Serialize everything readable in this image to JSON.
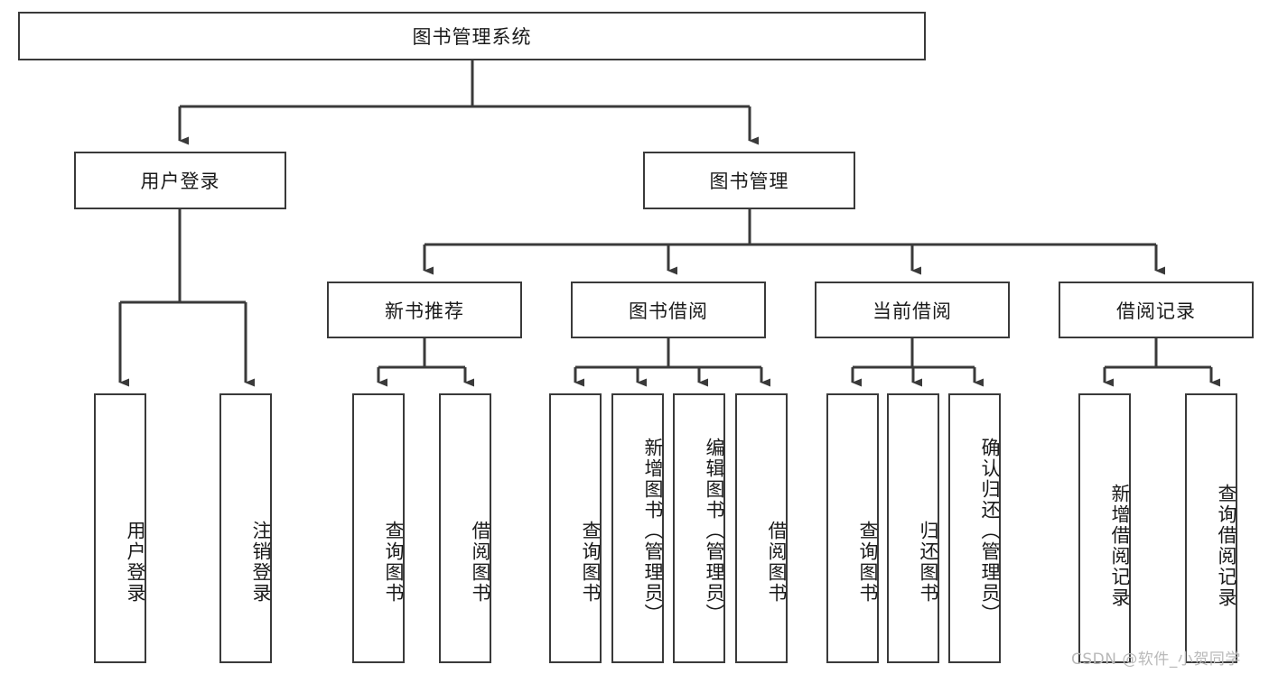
{
  "diagram": {
    "title": "图书管理系统",
    "type": "function-structure-tree",
    "watermark": "CSDN @软件_小贺同学",
    "colors": {
      "box_border": "#3a3a3a",
      "connector": "#3a3a3a",
      "background": "#ffffff",
      "text": "#1a1a1a",
      "watermark": "#b9b9b9"
    },
    "levels": {
      "root": {
        "label": "图书管理系统"
      },
      "level2": [
        {
          "id": "user-login",
          "label": "用户登录"
        },
        {
          "id": "book-manage",
          "label": "图书管理"
        }
      ],
      "level3": [
        {
          "id": "new-book-recommend",
          "label": "新书推荐",
          "parent": "book-manage"
        },
        {
          "id": "book-borrow",
          "label": "图书借阅",
          "parent": "book-manage"
        },
        {
          "id": "current-borrow",
          "label": "当前借阅",
          "parent": "book-manage"
        },
        {
          "id": "borrow-record",
          "label": "借阅记录",
          "parent": "book-manage"
        }
      ],
      "leaves": {
        "user-login": [
          {
            "id": "leaf-user-login",
            "label": "用户登录"
          },
          {
            "id": "leaf-user-logout",
            "label": "注销登录"
          }
        ],
        "new-book-recommend": [
          {
            "id": "leaf-query-book-1",
            "label": "查询图书"
          },
          {
            "id": "leaf-borrow-book-1",
            "label": "借阅图书"
          }
        ],
        "book-borrow": [
          {
            "id": "leaf-query-book-2",
            "label": "查询图书"
          },
          {
            "id": "leaf-add-book",
            "label": "新增图书（管理员）"
          },
          {
            "id": "leaf-edit-book",
            "label": "编辑图书（管理员）"
          },
          {
            "id": "leaf-borrow-book-2",
            "label": "借阅图书"
          }
        ],
        "current-borrow": [
          {
            "id": "leaf-query-book-3",
            "label": "查询图书"
          },
          {
            "id": "leaf-return-book",
            "label": "归还图书"
          },
          {
            "id": "leaf-confirm-return",
            "label": "确认归还（管理员）"
          }
        ],
        "borrow-record": [
          {
            "id": "leaf-add-record",
            "label": "新增借阅记录"
          },
          {
            "id": "leaf-query-record",
            "label": "查询借阅记录"
          }
        ]
      }
    }
  }
}
